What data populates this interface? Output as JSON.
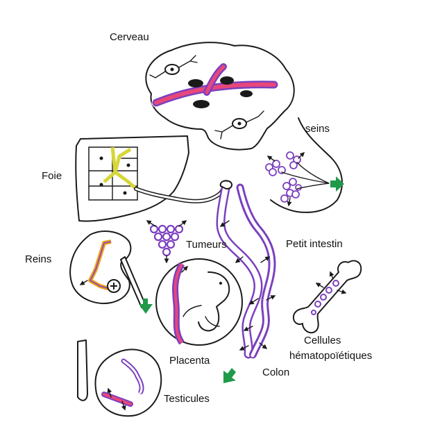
{
  "labels": {
    "brain": "Cerveau",
    "breast": "seins",
    "liver": "Foie",
    "tumors": "Tumeurs",
    "small_intestine": "Petit intestin",
    "kidneys": "Reins",
    "placenta": "Placenta",
    "colon": "Colon",
    "hematopoietic_1": "Cellules",
    "hematopoietic_2": "hématopoïétiques",
    "testes": "Testicules"
  },
  "colors": {
    "vessel": "#e8477a",
    "vessel_lining": "#7b3fbf",
    "bile_duct": "#d6d638",
    "kidney_tubule": "#f0a020",
    "excretion_arrow": "#1f9a4a",
    "glandular_cell": "#9b6cd6",
    "outline": "#1a1a1a"
  },
  "icons": [
    "excretion-arrow-icon",
    "cell-nucleus-icon",
    "plus-circle-icon"
  ]
}
